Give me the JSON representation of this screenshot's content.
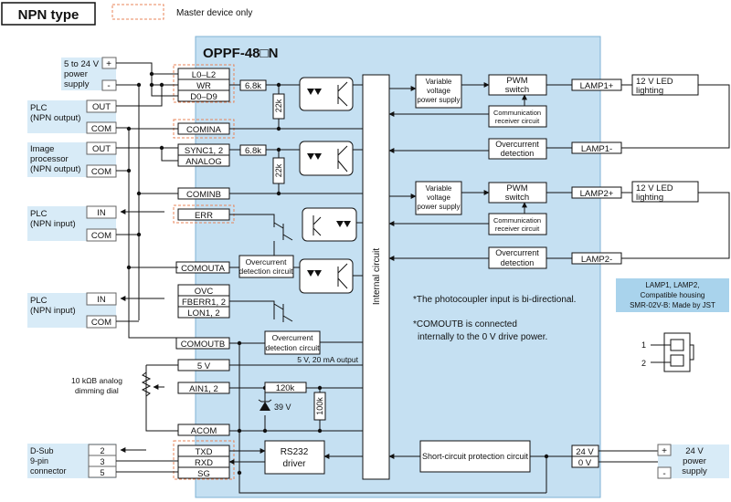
{
  "header": {
    "type_label": "NPN type",
    "legend_label": "Master device only",
    "model_title": "OPPF-48□N"
  },
  "external": {
    "power": {
      "line1": "5 to 24 V",
      "line2": "power",
      "line3": "supply",
      "plus": "+",
      "minus": "-"
    },
    "plc_out": {
      "line1": "PLC",
      "line2": "(NPN output)",
      "out": "OUT",
      "com": "COM"
    },
    "image_proc": {
      "line1": "Image",
      "line2": "processor",
      "line3": "(NPN output)",
      "out": "OUT",
      "com": "COM"
    },
    "plc_in1": {
      "line1": "PLC",
      "line2": "(NPN input)",
      "in": "IN",
      "com": "COM"
    },
    "plc_in2": {
      "line1": "PLC",
      "line2": "(NPN input)",
      "in": "IN",
      "com": "COM"
    },
    "dial": {
      "line1": "10 kΩB analog",
      "line2": "dimming dial"
    },
    "dsub": {
      "line1": "D-Sub",
      "line2": "9-pin",
      "line3": "connector",
      "pin2": "2",
      "pin3": "3",
      "pin5": "5"
    }
  },
  "terminals": {
    "l0_l2": "L0–L2",
    "wr": "WR",
    "d0_d9": "D0–D9",
    "comina": "COMINA",
    "sync": "SYNC1, 2",
    "analog": "ANALOG",
    "cominb": "COMINB",
    "err": "ERR",
    "comouta": "COMOUTA",
    "ovc": "OVC",
    "fberr": "FBERR1, 2",
    "lon": "LON1, 2",
    "comoutb": "COMOUTB",
    "v5": "5 V",
    "ain": "AIN1, 2",
    "acom": "ACOM",
    "txd": "TXD",
    "rxd": "RXD",
    "sg": "SG"
  },
  "internal": {
    "r68_1": "6.8k",
    "r68_2": "6.8k",
    "r22k_1": "22k",
    "r22k_2": "22k",
    "r120k": "120k",
    "r100k": "100k",
    "zener": "39 V",
    "ovc_det_a": {
      "line1": "Overcurrent",
      "line2": "detection circuit"
    },
    "ovc_det_b": {
      "line1": "Overcurrent",
      "line2": "detection circuit"
    },
    "v5_note": "5 V, 20 mA output",
    "internal_circuit": "Internal circuit",
    "rs232": {
      "line1": "RS232",
      "line2": "driver"
    },
    "short_circuit": "Short-circuit protection circuit",
    "vvps1": {
      "line1": "Variable",
      "line2": "voltage",
      "line3": "power supply"
    },
    "vvps2": {
      "line1": "Variable",
      "line2": "voltage",
      "line3": "power supply"
    },
    "pwm1": {
      "line1": "PWM",
      "line2": "switch"
    },
    "pwm2": {
      "line1": "PWM",
      "line2": "switch"
    },
    "comm1": {
      "line1": "Communication",
      "line2": "receiver circuit"
    },
    "comm2": {
      "line1": "Communication",
      "line2": "receiver circuit"
    },
    "oc1": {
      "line1": "Overcurrent",
      "line2": "detection"
    },
    "oc2": {
      "line1": "Overcurrent",
      "line2": "detection"
    },
    "lamp1p": "LAMP1+",
    "lamp1m": "LAMP1-",
    "lamp2p": "LAMP2+",
    "lamp2m": "LAMP2-",
    "v24": "24 V",
    "v0": "0 V"
  },
  "notes": {
    "note1": "*The photocoupler input is bi-directional.",
    "note2a": "*COMOUTB is connected",
    "note2b": "internally to the 0 V drive power."
  },
  "right": {
    "led1": {
      "line1": "12 V LED",
      "line2": "lighting"
    },
    "led2": {
      "line1": "12 V LED",
      "line2": "lighting"
    },
    "housing": {
      "line1": "LAMP1, LAMP2,",
      "line2": "Compatible housing",
      "line3": "SMR-02V-B: Made by JST"
    },
    "pin1": "1",
    "pin2": "2",
    "psu24": {
      "line1": "24 V",
      "line2": "power",
      "line3": "supply",
      "plus": "+",
      "minus": "-"
    }
  },
  "colors": {
    "panel": "#c5e0f2",
    "ext_box": "#d8ebf7",
    "legend_dash": "#e8855a",
    "housing_box": "#a9d3ec",
    "wire": "#111111"
  }
}
